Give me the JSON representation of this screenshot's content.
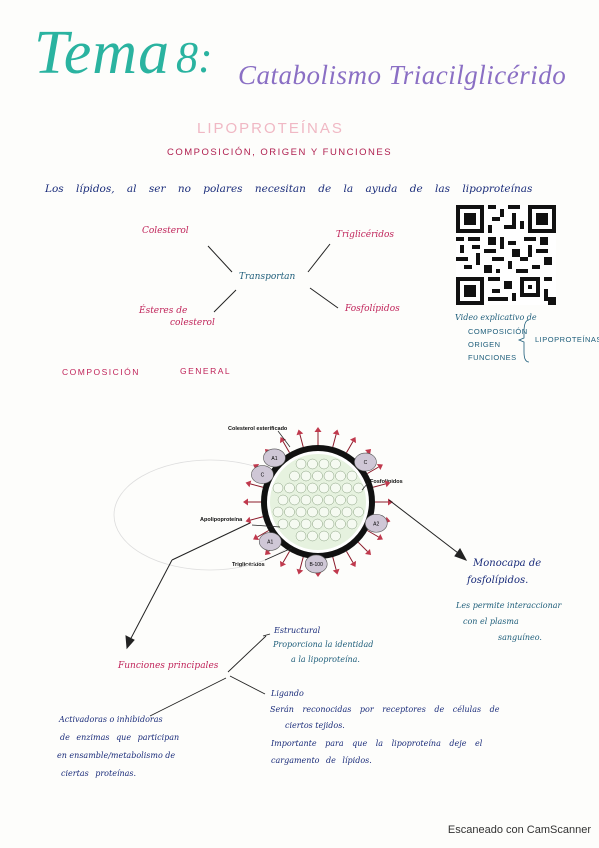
{
  "title": {
    "tema": "Tema",
    "number": "8:",
    "subtitle": "Catabolismo Triacilglicérido"
  },
  "section": {
    "heading": "LIPOPROTEÍNAS",
    "subheading": "COMPOSICIÓN, ORIGEN Y FUNCIONES"
  },
  "intro": "Los lípidos, al ser no polares necesitan de la ayuda de las lipoproteínas",
  "transport": {
    "center": "Transportan",
    "colesterol": "Colesterol",
    "esteres_line1": "Ésteres de",
    "esteres_line2": "colesterol",
    "trigliceridos": "Triglicéridos",
    "fosfolipidos": "Fosfolípidos"
  },
  "video": {
    "line1": "Video explicativo de",
    "items": [
      "COMPOSICIÓN",
      "ORIGEN",
      "FUNCIONES"
    ],
    "bracket_label": "LIPOPROTEÍNAS"
  },
  "composition": {
    "label1": "COMPOSICIÓN",
    "label2": "GENERAL"
  },
  "diagram": {
    "colesterol_esterificado": "Colesterol esterificado",
    "fosfolipidos": "Fosfolípidos",
    "apolipoproteina": "Apolipoproteína",
    "trigliceridos": "Triglicéridos",
    "apo_tags": [
      "A1",
      "C",
      "A2",
      "A1",
      "C",
      "B-100"
    ]
  },
  "monocapa": {
    "title_line1": "Monocapa de",
    "title_line2": "fosfolípidos.",
    "desc_line1": "Les permite interaccionar",
    "desc_line2": "con el plasma",
    "desc_line3": "sanguíneo."
  },
  "funciones": {
    "label": "Funciones principales",
    "estructural_title": "Estructural",
    "estructural_line1": "Proporciona la identidad",
    "estructural_line2": "a la lipoproteína.",
    "ligando_title": "Ligando",
    "ligando_line1": "Serán reconocidas por receptores de células de",
    "ligando_line2": "ciertos tejidos.",
    "ligando_line3": "Importante para que la lipoproteína deje el",
    "ligando_line4": "cargamento de lípidos.",
    "activ_line1": "Activadoras o inhibidoras",
    "activ_line2": "de enzimas que participan",
    "activ_line3": "en ensamble/metabolismo de",
    "activ_line4": "ciertas proteínas."
  },
  "footer": "Escaneado con CamScanner",
  "colors": {
    "teal": "#2ab3a0",
    "purple": "#8a6fc4",
    "pink": "#c0245a",
    "navy": "#1a2c7a"
  }
}
